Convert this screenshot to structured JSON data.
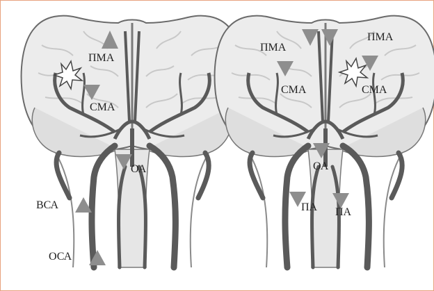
{
  "left_panel": {
    "labels": {
      "pma": "ПМА",
      "sma": "СМА",
      "oa": "ОА",
      "vsa": "ВСА",
      "osa": "ОСА"
    }
  },
  "right_panel": {
    "labels": {
      "pma_left": "ПМА",
      "pma_right": "ПМА",
      "sma_left": "СМА",
      "sma_right": "СМА",
      "oa": "ОА",
      "pa_left": "ПА",
      "pa_right": "ПА"
    }
  },
  "colors": {
    "frame_border": "#e8a27e",
    "arrow": "#8e8e8e",
    "vessel": "#5a5a5a",
    "brain_fill": "#ececec",
    "brain_outline": "#6a6a6a"
  }
}
